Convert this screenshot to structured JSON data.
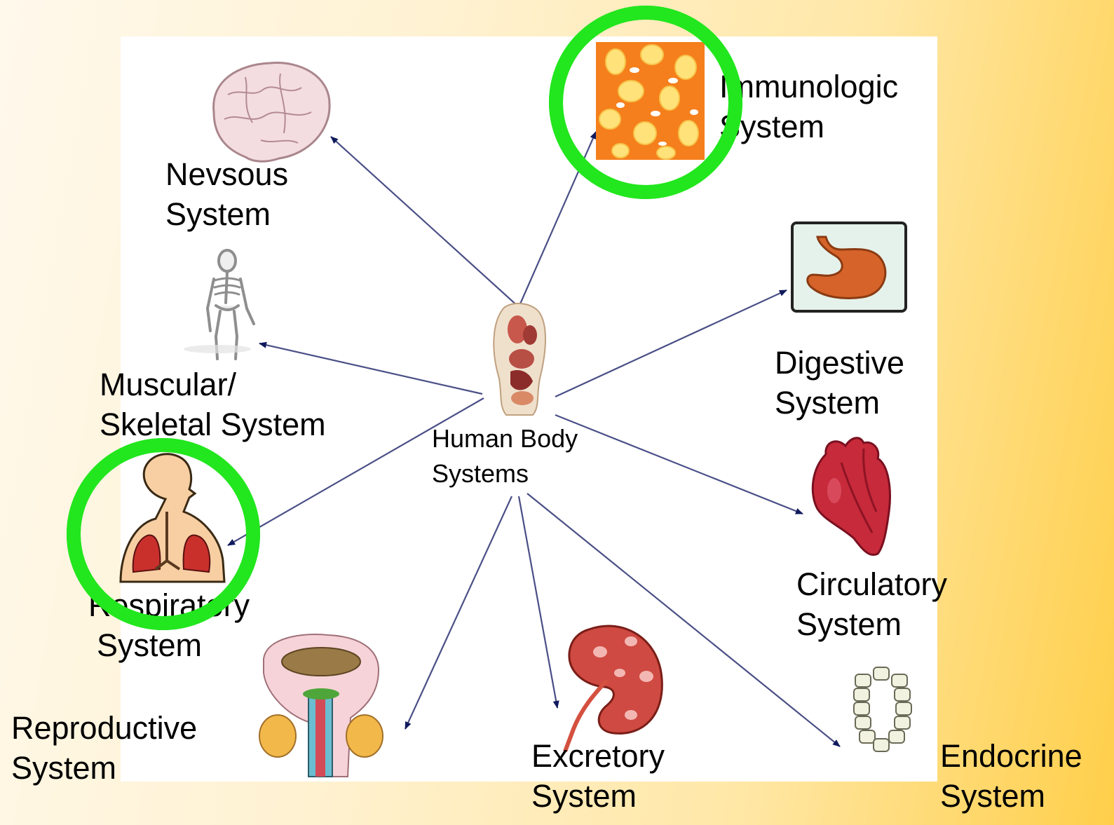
{
  "center": {
    "line1": "Human Body",
    "line2": "Systems"
  },
  "systems": [
    {
      "id": "nervous",
      "line1": "Nevsous",
      "line2": "System",
      "icon": "brain-icon",
      "highlighted": false
    },
    {
      "id": "immunologic",
      "line1": "Immunologic",
      "line2": "System",
      "icon": "cells-tissue-icon",
      "highlighted": true
    },
    {
      "id": "muscular-skeletal",
      "line1": "Muscular/",
      "line2": "Skeletal System",
      "icon": "skeleton-icon",
      "highlighted": false
    },
    {
      "id": "digestive",
      "line1": "Digestive",
      "line2": "System",
      "icon": "stomach-icon",
      "highlighted": false
    },
    {
      "id": "respiratory",
      "line1": "Respiratory",
      "line2": "System",
      "icon": "lungs-icon",
      "highlighted": true
    },
    {
      "id": "circulatory",
      "line1": "Circulatory",
      "line2": "System",
      "icon": "heart-icon",
      "highlighted": false
    },
    {
      "id": "reproductive",
      "line1": "Reproductive",
      "line2": "System",
      "icon": "reproductive-organs-icon",
      "highlighted": false
    },
    {
      "id": "excretory",
      "line1": "Excretory",
      "line2": "System",
      "icon": "kidney-icon",
      "highlighted": false
    },
    {
      "id": "endocrine",
      "line1": "Endocrine",
      "line2": "System",
      "icon": "gland-cells-icon",
      "highlighted": false
    }
  ],
  "colors": {
    "arrow": "#4a4f86",
    "arrowhead": "#101a5c",
    "highlight": "#22e61e",
    "panel": "#ffffff"
  }
}
